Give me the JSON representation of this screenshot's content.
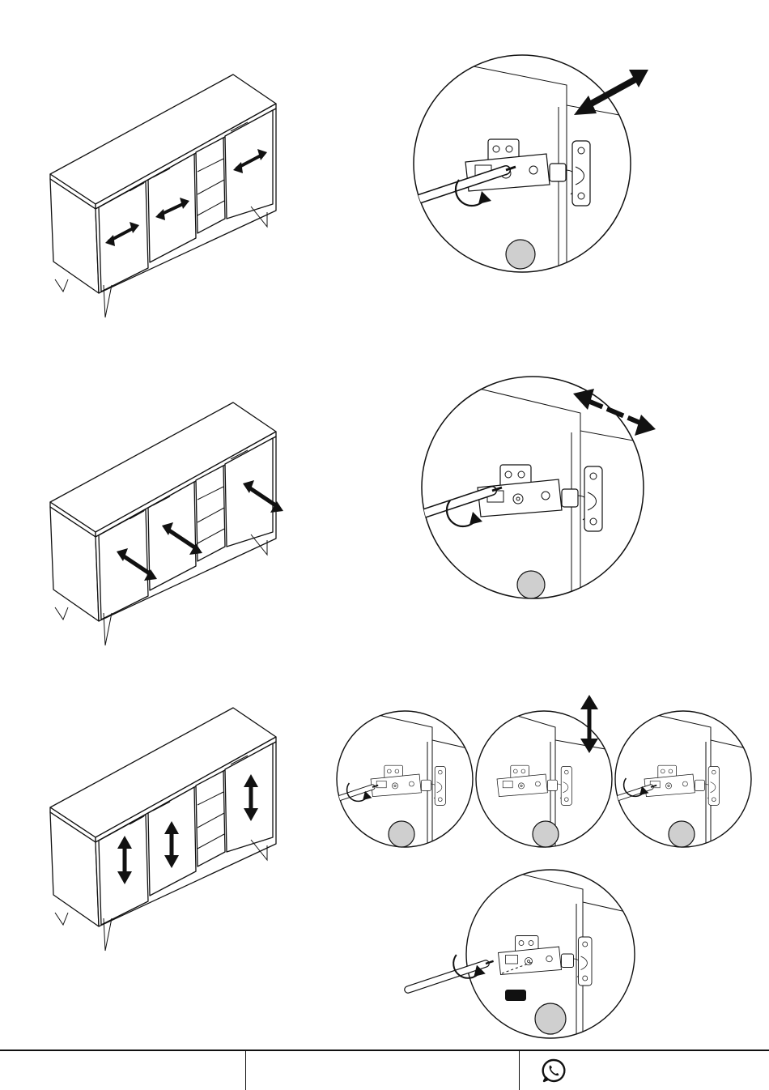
{
  "steps": [
    {
      "id": "lateral",
      "adjustment": "horizontal"
    },
    {
      "id": "depth",
      "adjustment": "depth"
    },
    {
      "id": "height",
      "adjustment": "vertical"
    }
  ],
  "icons": {
    "double_arrow": "double-headed-arrow-icon",
    "rotation": "rotate-arrow-icon",
    "messenger": "whatsapp-icon"
  },
  "colors": {
    "line": "#111111",
    "badge": "#cfcfcf",
    "background": "#ffffff"
  },
  "footer": {
    "contact_icon": "whatsapp-icon"
  }
}
